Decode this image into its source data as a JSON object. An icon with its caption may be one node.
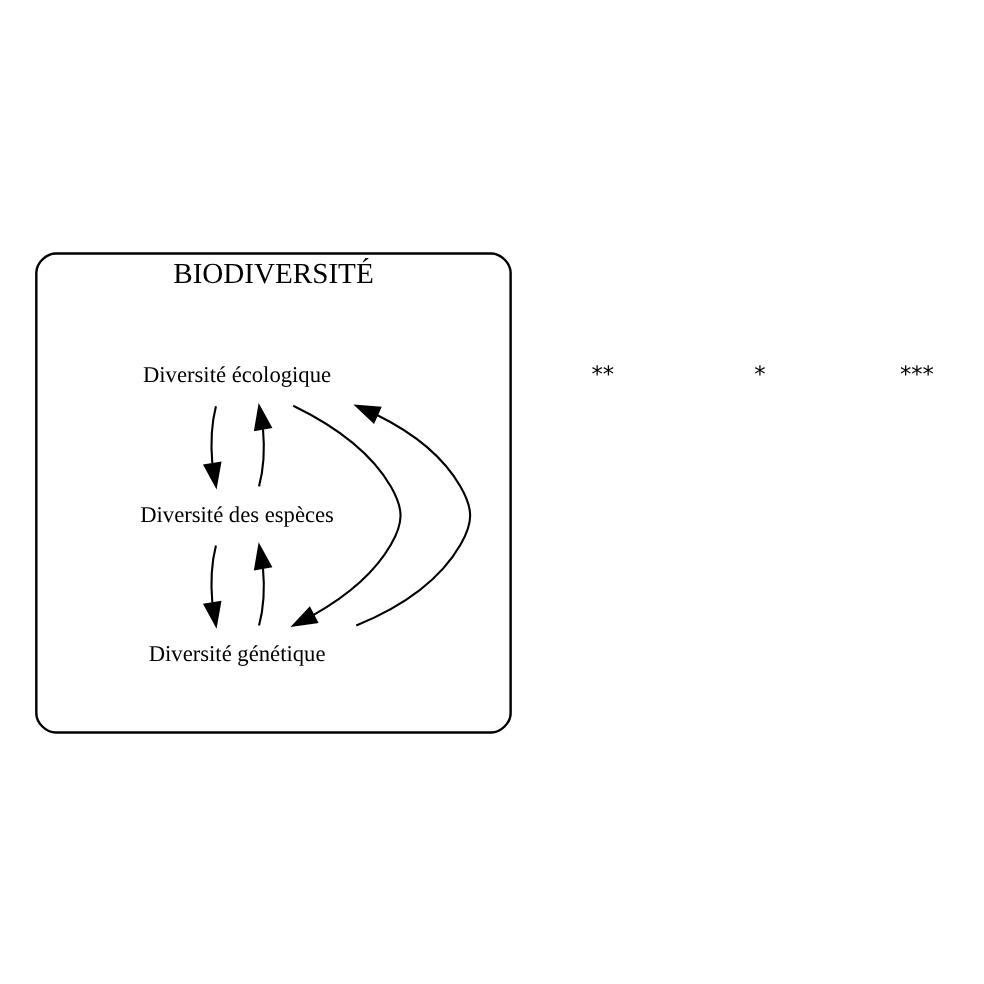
{
  "diagram": {
    "nodes": [
      {
        "text": [
          "BIODIVERSITÉ"
        ]
      },
      {
        "text": [
          "Diversité écologique"
        ],
        "in": 0
      },
      {
        "text": [
          "Diversité des espèces"
        ],
        "in": 0
      },
      {
        "text": [
          "Diversité génétique"
        ],
        "in": 0
      }
    ],
    "edges": [
      {
        "from": 1,
        "to": 2,
        "arrow": "to"
      },
      {
        "from": 2,
        "to": 1,
        "arrow": "to"
      },
      {
        "from": 2,
        "to": 3,
        "arrow": "to"
      },
      {
        "from": 3,
        "to": 2,
        "arrow": "to"
      },
      {
        "from": 1,
        "to": 3,
        "arrow": "to"
      },
      {
        "from": 3,
        "to": 1,
        "arrow": "to"
      }
    ],
    "labels": [
      "**",
      "*",
      "***"
    ]
  }
}
